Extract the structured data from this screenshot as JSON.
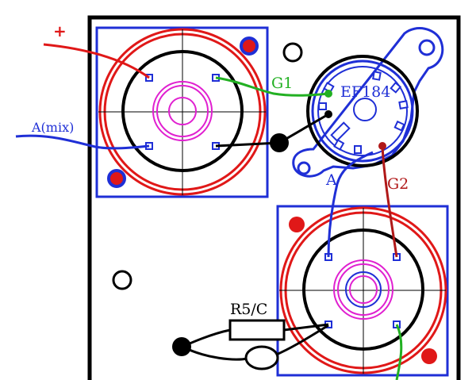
{
  "labels": {
    "plus": "+",
    "a_mix": "A(mix)",
    "g1": "G1",
    "tube": "EF184",
    "a": "A",
    "g2": "G2",
    "r5c": "R5/C"
  },
  "colors": {
    "board_outline": "#000000",
    "transformer_frame": "#1f2fd6",
    "transformer_ring": "#e01818",
    "transformer_core": "#000000",
    "transformer_center": "#e020d0",
    "wire_plus": "#e01818",
    "wire_a_mix": "#1f2fd6",
    "wire_g1": "#22b022",
    "wire_g2": "#b01818",
    "wire_black": "#000000",
    "tube_socket": "#1f2fd6",
    "mount_hole_fill": "#e01818"
  }
}
